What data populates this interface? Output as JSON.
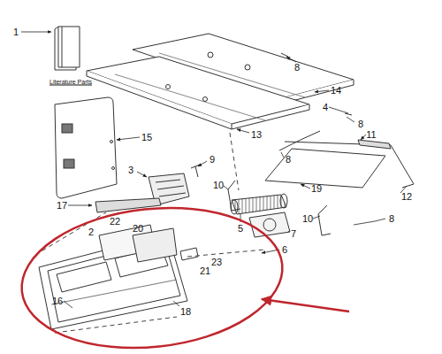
{
  "diagram": {
    "labels": [
      "1",
      "Literature Parts",
      "8",
      "14",
      "4",
      "8",
      "13",
      "8",
      "11",
      "15",
      "3",
      "9",
      "10",
      "19",
      "12",
      "5",
      "17",
      "10",
      "8",
      "7",
      "2",
      "22",
      "20",
      "6",
      "23",
      "21",
      "16",
      "18"
    ]
  }
}
